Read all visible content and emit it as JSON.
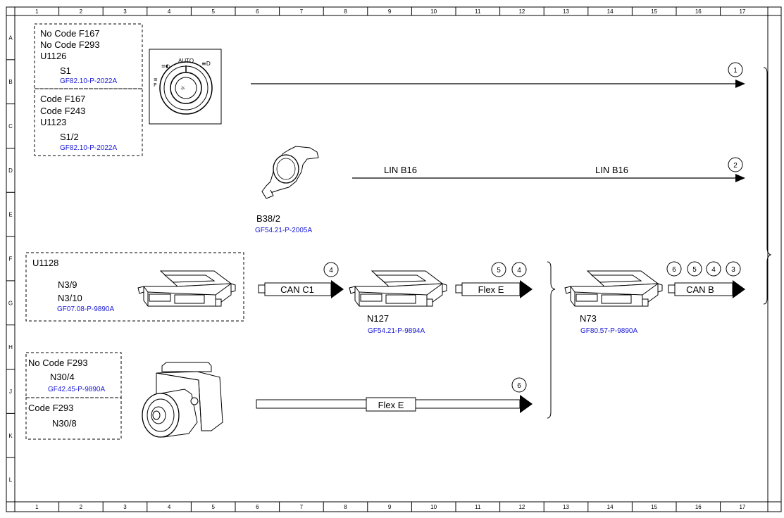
{
  "grid": {
    "columns": [
      "1",
      "2",
      "3",
      "4",
      "5",
      "6",
      "7",
      "8",
      "9",
      "10",
      "11",
      "12",
      "13",
      "14",
      "15",
      "16",
      "17"
    ],
    "rows": [
      "A",
      "B",
      "C",
      "D",
      "E",
      "F",
      "G",
      "H",
      "J",
      "K",
      "L"
    ]
  },
  "groups": {
    "s1": {
      "lines": [
        "No Code F167",
        "No Code F293",
        "U1126"
      ],
      "component": "S1",
      "ref": "GF82.10-P-2022A"
    },
    "s12": {
      "lines": [
        "Code F167",
        "Code F243",
        "U1123"
      ],
      "component": "S1/2",
      "ref": "GF82.10-P-2022A"
    },
    "n39": {
      "title": "U1128",
      "component_a": "N3/9",
      "component_b": "N3/10",
      "ref": "GF07.08-P-9890A"
    },
    "n304": {
      "title": "No Code F293",
      "component": "N30/4",
      "ref": "GF42.45-P-9890A"
    },
    "n308": {
      "title": "Code F293",
      "component": "N30/8"
    }
  },
  "switch_icon": {
    "auto": "AUTO"
  },
  "sensor": {
    "component": "B38/2",
    "ref": "GF54.21-P-2005A"
  },
  "n127": {
    "component": "N127",
    "ref": "GF54.21-P-9894A"
  },
  "n73": {
    "component": "N73",
    "ref": "GF80.57-P-9890A"
  },
  "buses": {
    "lin_left": "LIN B16",
    "lin_right": "LIN B16",
    "can_c1": "CAN C1",
    "flex_e_top": "Flex E",
    "can_b": "CAN B",
    "flex_e_bottom": "Flex E"
  },
  "markers": {
    "m1": "1",
    "m2": "2",
    "can_c1": [
      "4"
    ],
    "flex_e_top": [
      "5",
      "4"
    ],
    "can_b": [
      "6",
      "5",
      "4",
      "3"
    ],
    "flex_e_bottom": [
      "6"
    ]
  }
}
